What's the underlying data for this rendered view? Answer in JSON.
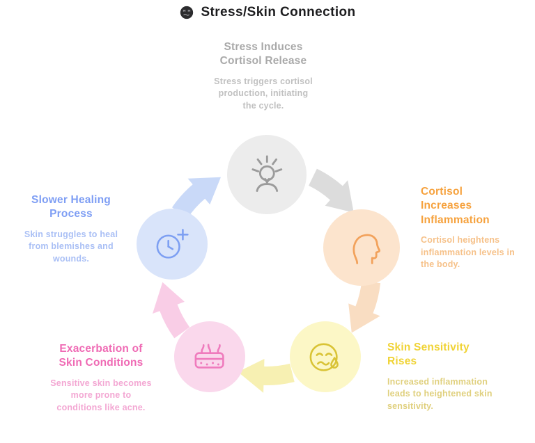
{
  "header": {
    "title": "Stress/Skin Connection",
    "emoji": "confounded-face"
  },
  "nodes": [
    {
      "id": "stress-induces-cortisol-release",
      "title": "Stress Induces\nCortisol Release",
      "description": "Stress triggers cortisol\nproduction, initiating\nthe cycle.",
      "icon": "stressed-person-icon",
      "colors": {
        "title": "#a9a9a9",
        "description": "#c0c0c0",
        "circle_fill": "#ececec",
        "icon": "#9b9b9b",
        "arrow": "#dcdcdc"
      }
    },
    {
      "id": "cortisol-increases-inflammation",
      "title": "Cortisol\nIncreases\nInflammation",
      "description": "Cortisol heightens\ninflammation levels in\nthe body.",
      "icon": "head-profile-icon",
      "colors": {
        "title": "#f6a23e",
        "description": "#f6c189",
        "circle_fill": "#fce4cd",
        "icon": "#f2a25c",
        "arrow": "#f9ddc2"
      }
    },
    {
      "id": "skin-sensitivity-rises",
      "title": "Skin Sensitivity\nRises",
      "description": "Increased inflammation\nleads to heightened skin\nsensitivity.",
      "icon": "crying-face-icon",
      "colors": {
        "title": "#f0d335",
        "description": "#e0d07e",
        "circle_fill": "#fcf7c6",
        "icon": "#d9c335",
        "arrow": "#f7f0b2"
      }
    },
    {
      "id": "exacerbation-of-skin-conditions",
      "title": "Exacerbation of\nSkin Conditions",
      "description": "Sensitive skin becomes\nmore prone to\nconditions like acne.",
      "icon": "skin-layer-icon",
      "colors": {
        "title": "#ef6ab4",
        "description": "#f3a7d3",
        "circle_fill": "#fad8ec",
        "icon": "#ef7bbd",
        "arrow": "#f9cde6"
      }
    },
    {
      "id": "slower-healing-process",
      "title": "Slower Healing\nProcess",
      "description": "Skin struggles to heal\nfrom blemishes and\nwounds.",
      "icon": "clock-plus-icon",
      "colors": {
        "title": "#7e9ef4",
        "description": "#a9bff5",
        "circle_fill": "#d9e4fa",
        "icon": "#7d9ff2",
        "arrow": "#c9d9f8"
      }
    }
  ],
  "cycle_order": [
    "stress-induces-cortisol-release",
    "cortisol-increases-inflammation",
    "skin-sensitivity-rises",
    "exacerbation-of-skin-conditions",
    "slower-healing-process"
  ]
}
